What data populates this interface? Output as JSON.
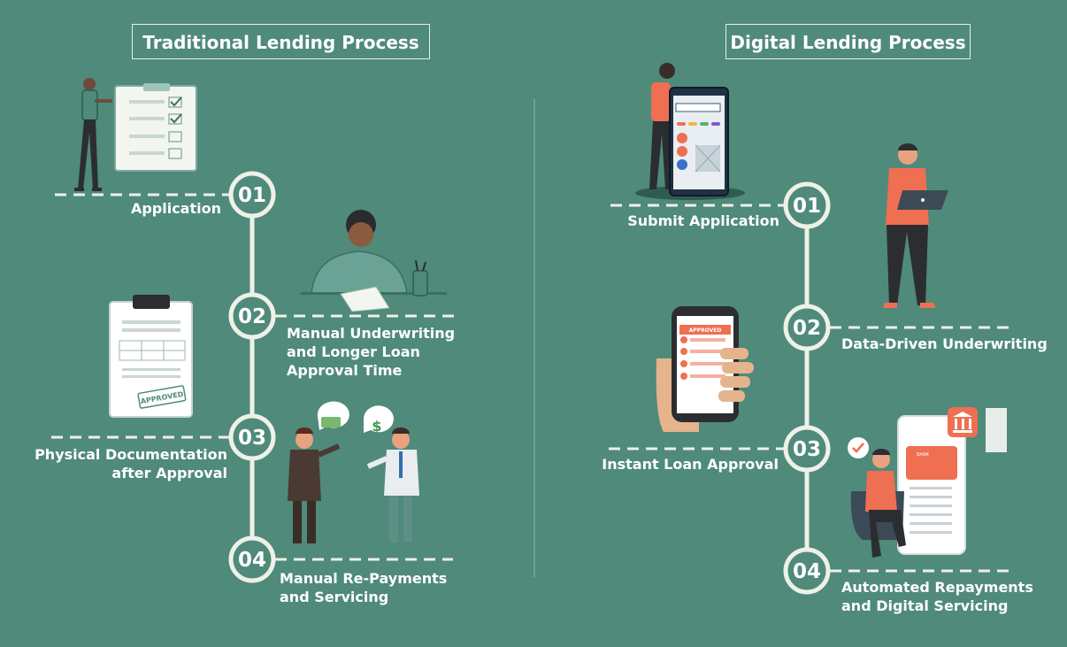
{
  "traditional": {
    "title": "Traditional Lending Process",
    "steps": [
      {
        "num": "01",
        "label": "Application"
      },
      {
        "num": "02",
        "label": "Manual Underwriting and Longer Loan Approval Time",
        "lines": [
          "Manual Underwriting",
          "and Longer Loan",
          "Approval Time"
        ]
      },
      {
        "num": "03",
        "label": "Physical Documentation after Approval",
        "lines": [
          "Physical Documentation",
          "after Approval"
        ]
      },
      {
        "num": "04",
        "label": "Manual Re-Payments and Servicing",
        "lines": [
          "Manual Re-Payments",
          "and Servicing"
        ]
      }
    ]
  },
  "digital": {
    "title": "Digital Lending Process",
    "steps": [
      {
        "num": "01",
        "label": "Submit Application"
      },
      {
        "num": "02",
        "label": "Data-Driven Underwriting"
      },
      {
        "num": "03",
        "label": "Instant Loan Approval"
      },
      {
        "num": "04",
        "label": "Automated Repayments and Digital Servicing",
        "lines": [
          "Automated Repayments",
          "and Digital Servicing"
        ]
      }
    ]
  },
  "illustrations": {
    "approved_stamp": "APPROVED",
    "phone_banner": "APPROVED",
    "card_label": "BANK"
  },
  "colors": {
    "background": "#4f8a7b",
    "line": "#eef1e6",
    "accent": "#ef6f52"
  }
}
